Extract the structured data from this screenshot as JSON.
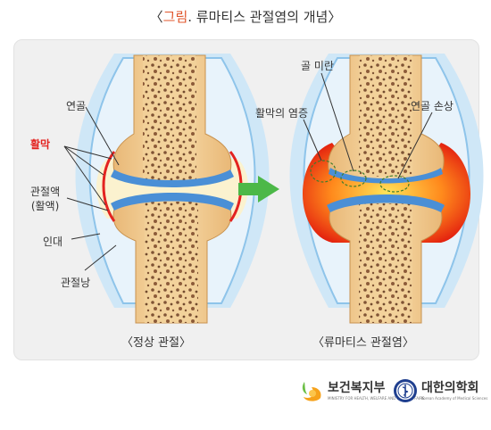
{
  "title": {
    "prefix": "〈",
    "highlight": "그림",
    "rest": ". 류마티스 관절염의 개념〉"
  },
  "left_labels": {
    "cartilage": "연골",
    "synovium": "활막",
    "synovial_fluid": "관절액\n(활액)",
    "ligament": "인대",
    "joint_capsule": "관절낭"
  },
  "right_labels": {
    "bone_erosion": "골 미란",
    "synovitis": "활막의 염증",
    "cartilage_damage": "연골 손상"
  },
  "captions": {
    "left": "〈정상 관절〉",
    "right": "〈류마티스 관절염〉"
  },
  "footer": {
    "org1": {
      "name": "보건복지부",
      "sub": "MINISTRY FOR HEALTH, WELFARE AND FAMILY AFFAIRS"
    },
    "org2": {
      "name": "대한의학회",
      "sub": "Korean Academy of Medical Sciences"
    }
  },
  "colors": {
    "synovium_label": "#e32320",
    "arrow": "#4cb848",
    "bone": "#f2d199",
    "cartilage": "#4a8fd6",
    "inflammation": "#f04a1a"
  }
}
